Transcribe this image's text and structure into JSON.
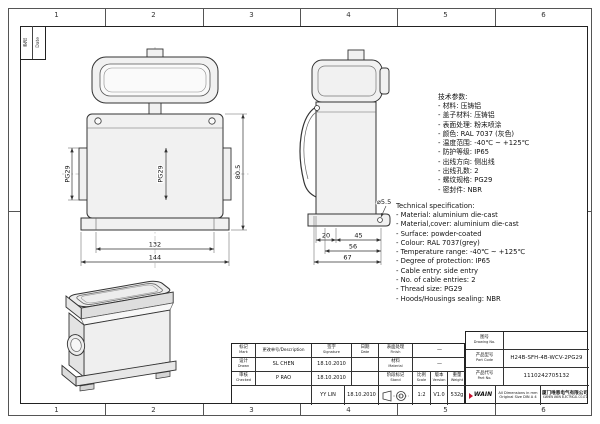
{
  "frame": {
    "grid_columns": [
      "1",
      "2",
      "3",
      "4",
      "5",
      "6"
    ],
    "corner": {
      "col1": "更改",
      "col2": "Date"
    }
  },
  "specs_cn": {
    "title": "技术参数:",
    "items": [
      "- 材料: 压铸铝",
      "- 盖子材料: 压铸铝",
      "- 表面处理: 粉末喷涂",
      "- 颜色: RAL 7037 (灰色)",
      "- 温度范围: -40℃ ~ +125℃",
      "- 防护等级: IP65",
      "- 出线方向: 侧出线",
      "- 出线孔数: 2",
      "- 螺纹规格: PG29",
      "- 密封件: NBR"
    ]
  },
  "specs_en": {
    "title": "Technical specification:",
    "items": [
      "- Material: aluminium die-cast",
      "- Material,cover: aluminium die-cast",
      "- Surface: powder-coated",
      "- Colour: RAL 7037(grey)",
      "- Temperature range: -40℃ ~ +125℃",
      "- Degree of protection: IP65",
      "- Cable entry: side entry",
      "- No. of cable entries: 2",
      "- Thread size: PG29",
      "- Hoods/Housings sealing: NBR"
    ]
  },
  "dimensions": {
    "front": {
      "inner_width": "132",
      "outer_width": "144",
      "height": "80.5",
      "thread_left": "PG29",
      "thread_right": "PG29"
    },
    "side": {
      "d1": "20",
      "d2": "45",
      "d3": "56",
      "d4": "67",
      "hole_dia": "⌀5.5"
    }
  },
  "titleblock": {
    "mark_cn": "标记",
    "mark_en": "Mark",
    "description": "更改单号/Description",
    "sign_cn": "签字",
    "sign_en": "Signature",
    "date_cn": "日期",
    "date_en": "Date",
    "drawn_cn": "设计",
    "drawn_en": "Drawn",
    "drawn_name": "SL CHEN",
    "drawn_date": "18.10.2010",
    "checked_cn": "审核",
    "checked_en": "Checked",
    "checked_name": "P RAO",
    "checked_date": "18.10.2010",
    "approved_name": "YY LIN",
    "approved_date": "18.10.2010",
    "finish_cn": "表面处理",
    "finish_en": "Finish",
    "finish_value": "—",
    "material_cn": "材料",
    "material_en": "Material",
    "material_value": "—",
    "stand_cn": "阶段标记",
    "stand_en": "Stand",
    "stand_value": "",
    "scale_cn": "比例",
    "scale_en": "Scale",
    "scale_value": "1:2",
    "version_cn": "版本",
    "version_en": "Version",
    "version_value": "V1.0",
    "weight_cn": "重量",
    "weight_en": "Weight",
    "weight_value": "532g",
    "drawing_no_cn": "图号",
    "drawing_no_en": "Drawing No.",
    "drawing_no_value": "",
    "part_code_cn": "产品型号",
    "part_code_en": "Part Code",
    "part_code_value": "H24B-SFH-4B-WCV-2PG29",
    "part_no_cn": "产品代号",
    "part_no_en": "Part No.",
    "part_no_value": "1110242705132",
    "logo_text": "WAIN",
    "company_cn": "厦门唯恩电气有限公司",
    "company_en": "XIAMEN WAIN ELECTRICAL CO.LTD",
    "note_line1": "All Dimensions in mm",
    "note_line2": "Original Size DIN A 4"
  }
}
